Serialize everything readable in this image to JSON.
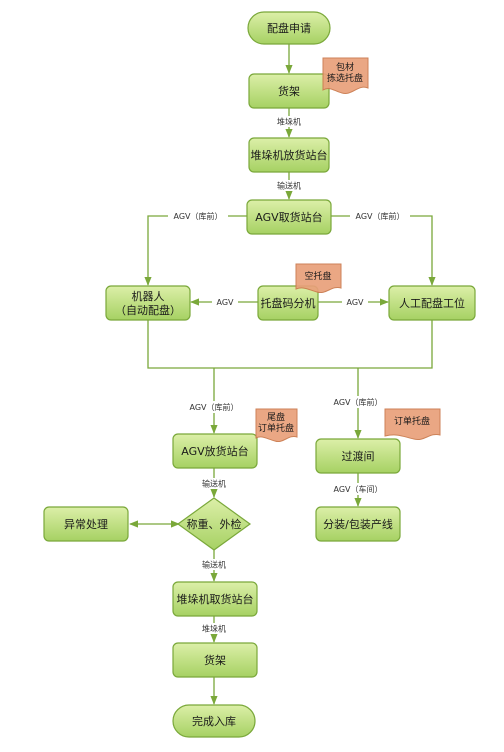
{
  "colors": {
    "node_fill_top": "#d6ec9e",
    "node_fill_bottom": "#a9d466",
    "node_stroke": "#7aa83a",
    "edge": "#7aa83a",
    "note_fill": "#e9a07a",
    "note_stroke": "#c9784a"
  },
  "nodes": {
    "start": "配盘申请",
    "rack_top": "货架",
    "stacker_drop_top": "堆垛机放货站台",
    "agv_pick": "AGV取货站台",
    "robot_line1": "机器人",
    "robot_line2": "（自动配盘）",
    "pallet_splitter": "托盘码分机",
    "manual_station": "人工配盘工位",
    "agv_drop": "AGV放货站台",
    "transit": "过渡间",
    "packing_line": "分装/包装产线",
    "exception": "异常处理",
    "weigh_check": "称重、外检",
    "stacker_pick": "堆垛机取货站台",
    "rack_bottom": "货架",
    "end": "完成入库"
  },
  "notes": {
    "rack_note_line1": "包材",
    "rack_note_line2": "拣选托盘",
    "splitter_note": "空托盘",
    "agv_drop_note_line1": "尾盘",
    "agv_drop_note_line2": "订单托盘",
    "transit_note": "订单托盘"
  },
  "edge_labels": {
    "rack_to_stacker": "堆垛机",
    "stacker_to_agv": "输送机",
    "agv_to_robot": "AGV（库前）",
    "agv_to_manual": "AGV（库前）",
    "splitter_to_robot": "AGV",
    "splitter_to_manual": "AGV",
    "merge_to_agv_drop": "AGV（库前）",
    "merge_to_transit": "AGV（库前）",
    "agv_drop_to_weigh": "输送机",
    "transit_to_packing": "AGV（车间）",
    "weigh_to_stacker": "输送机",
    "stacker_to_rack": "堆垛机"
  }
}
